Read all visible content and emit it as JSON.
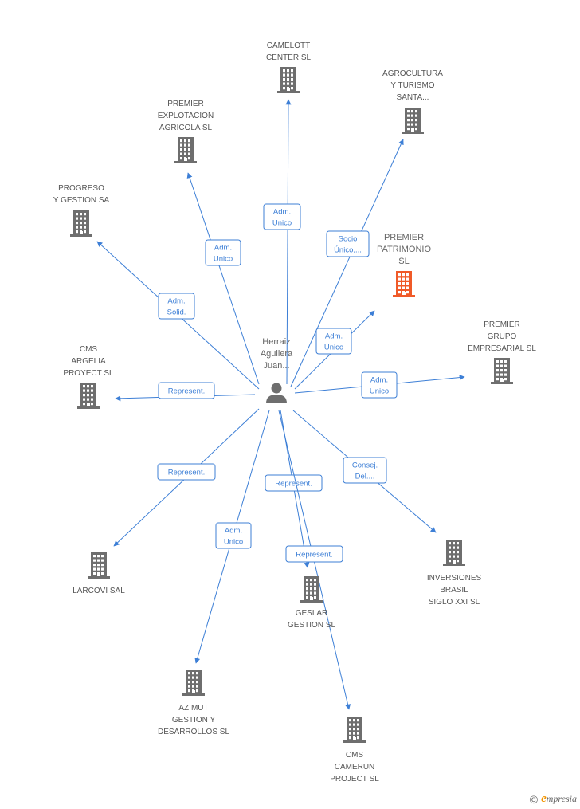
{
  "center": {
    "label": [
      "Herraiz",
      "Aguilera",
      "Juan..."
    ],
    "icon": "person-icon"
  },
  "colors": {
    "building": "#6e6e6e",
    "focus_building": "#f05a28",
    "edge": "#3d7fd6"
  },
  "nodes": [
    {
      "id": "camelott",
      "label": [
        "CAMELOTT",
        "CENTER SL"
      ],
      "icon": "building-icon"
    },
    {
      "id": "agrocultura",
      "label": [
        "AGROCULTURA",
        "Y TURISMO",
        "SANTA..."
      ],
      "icon": "building-icon"
    },
    {
      "id": "premier-expl",
      "label": [
        "PREMIER",
        "EXPLOTACION",
        "AGRICOLA  SL"
      ],
      "icon": "building-icon"
    },
    {
      "id": "progreso",
      "label": [
        "PROGRESO",
        "Y GESTION SA"
      ],
      "icon": "building-icon"
    },
    {
      "id": "premier-patr",
      "label": [
        "PREMIER",
        "PATRIMONIO",
        "SL"
      ],
      "icon": "building-icon",
      "focus": true
    },
    {
      "id": "premier-grupo",
      "label": [
        "PREMIER",
        "GRUPO",
        "EMPRESARIAL SL"
      ],
      "icon": "building-icon"
    },
    {
      "id": "cms-argelia",
      "label": [
        "CMS",
        "ARGELIA",
        "PROYECT  SL"
      ],
      "icon": "building-icon"
    },
    {
      "id": "larcovi",
      "label": [
        "LARCOVI SAL"
      ],
      "icon": "building-icon"
    },
    {
      "id": "inversiones",
      "label": [
        "INVERSIONES",
        "BRASIL",
        "SIGLO XXI SL"
      ],
      "icon": "building-icon"
    },
    {
      "id": "geslar",
      "label": [
        "GESLAR",
        "GESTION SL"
      ],
      "icon": "building-icon"
    },
    {
      "id": "azimut",
      "label": [
        "AZIMUT",
        "GESTION Y",
        "DESARROLLOS SL"
      ],
      "icon": "building-icon"
    },
    {
      "id": "cms-camerun",
      "label": [
        "CMS",
        "CAMERUN",
        "PROJECT  SL"
      ],
      "icon": "building-icon"
    }
  ],
  "edges": [
    {
      "to": "camelott",
      "label": [
        "Adm.",
        "Unico"
      ]
    },
    {
      "to": "agrocultura",
      "label": [
        "Socio",
        "Único,..."
      ]
    },
    {
      "to": "premier-expl",
      "label": [
        "Adm.",
        "Unico"
      ]
    },
    {
      "to": "progreso",
      "label": [
        "Adm.",
        "Solid."
      ]
    },
    {
      "to": "premier-patr",
      "label": [
        "Adm.",
        "Unico"
      ]
    },
    {
      "to": "premier-grupo",
      "label": [
        "Adm.",
        "Unico"
      ]
    },
    {
      "to": "cms-argelia",
      "label": [
        "Represent."
      ]
    },
    {
      "to": "larcovi",
      "label": [
        "Represent."
      ]
    },
    {
      "to": "inversiones",
      "label": [
        "Consej.",
        "Del...."
      ]
    },
    {
      "to": "geslar",
      "label": [
        "Represent."
      ]
    },
    {
      "to": "azimut",
      "label": [
        "Adm.",
        "Unico"
      ]
    },
    {
      "to": "cms-camerun",
      "label": [
        "Represent."
      ]
    }
  ],
  "footer": {
    "copyright": "©",
    "brand_initial": "e",
    "brand_rest": "mpresia"
  }
}
